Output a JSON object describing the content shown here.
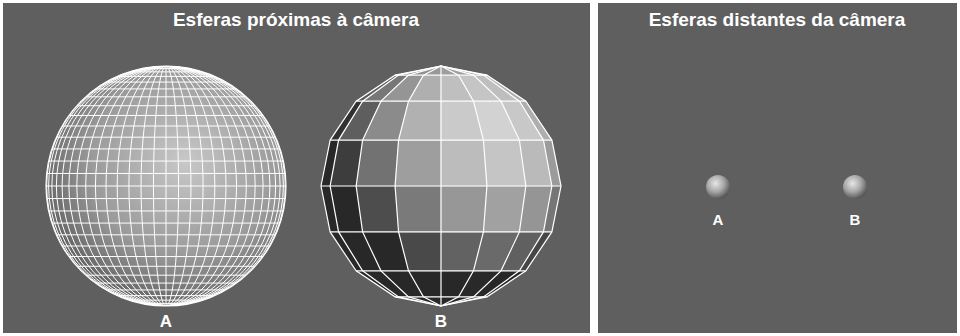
{
  "diagram": {
    "labels": [
      "Esferas próximas à câmera",
      "A",
      "B",
      "Esferas distantes da câmera",
      "A",
      "B"
    ]
  }
}
